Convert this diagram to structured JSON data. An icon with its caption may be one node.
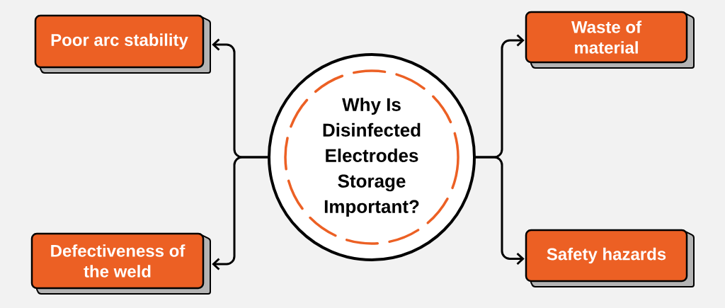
{
  "diagram": {
    "nodes": [
      {
        "text": [
          "Poor arc stability"
        ]
      },
      {
        "text": [
          "Waste of material"
        ]
      },
      {
        "text": [
          "Why Is Disinfected Electrodes Storage Important?"
        ]
      },
      {
        "text": [
          "Defectiveness of the weld"
        ]
      },
      {
        "text": [
          "Safety hazards"
        ]
      }
    ],
    "edges": [
      {
        "from": 2,
        "to": 0,
        "arrow": "to"
      },
      {
        "from": 2,
        "to": 1,
        "arrow": "to"
      },
      {
        "from": 2,
        "to": 3,
        "arrow": "to"
      },
      {
        "from": 2,
        "to": 4,
        "arrow": "to"
      }
    ]
  }
}
